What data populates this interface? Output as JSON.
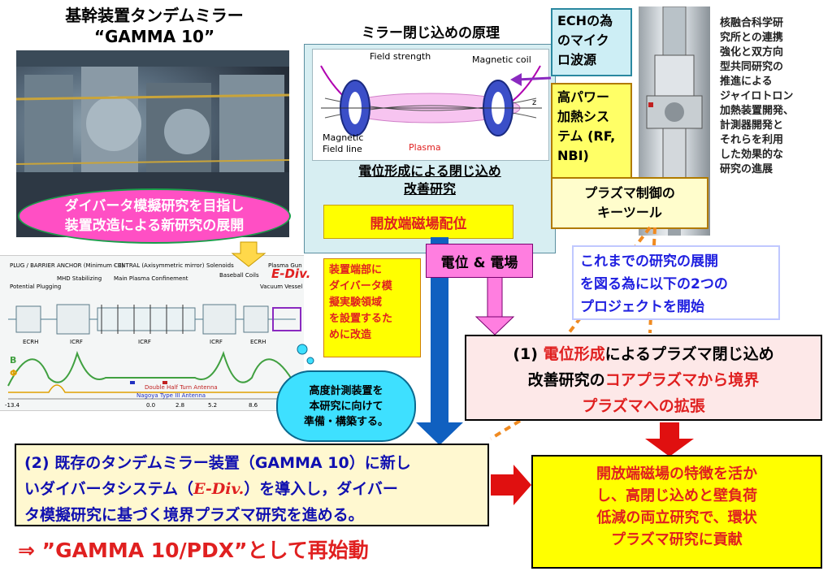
{
  "left_title": {
    "line1": "基幹装置タンデムミラー",
    "line2": "“GAMMA 10”"
  },
  "ellipse": {
    "line1": "ダイバータ模擬研究を目指し",
    "line2": "装置改造による新研究の展開"
  },
  "mirror": {
    "title": "ミラー閉じ込めの原理",
    "labels": {
      "field_strength": "Field strength",
      "magnetic_coil": "Magnetic coil",
      "magnetic": "Magnetic",
      "field_line": "Field line",
      "plasma": "Plasma",
      "z": "z"
    },
    "subtitle_line1": "電位形成による閉じ込め",
    "subtitle_line2": "改善研究",
    "mag_box": "開放端磁場配位"
  },
  "potential_box": "電位 & 電場",
  "ech_box": {
    "line1": "ECHの為",
    "line2": "のマイク",
    "line3": "ロ波源"
  },
  "rf_box": {
    "line1": "高パワー",
    "line2": "加熱シス",
    "line3": "テム (RF,",
    "line4": "NBI)"
  },
  "tool_box": {
    "line1": "プラズマ制御の",
    "line2": "キーツール"
  },
  "right_note": {
    "lines": [
      "核融合科学研",
      "究所との連携",
      "強化と双方向",
      "型共同研究の",
      "推進による",
      "ジャイロトロン",
      "加熱装置開発、",
      "計測器開発と",
      "それらを利用",
      "した効果的な",
      "研究の進展"
    ]
  },
  "blue_box": {
    "line1": "これまでの研究の展開",
    "line2": "を図る為に以下の2つの",
    "line3": "プロジェクトを開始"
  },
  "proj1": {
    "prefix": "(1) ",
    "red1": "電位形成",
    "mid1": "によるプラズマ閉じ込め",
    "line2_a": "改善研究の",
    "red2": "コアプラズマから境界",
    "red3": "プラズマへの拡張"
  },
  "proj2": {
    "line1": "(2) 既存のタンデムミラー装置（GAMMA 10）に新し",
    "line2_a": "いダイバータシステム（",
    "line2_b": "E-Div.",
    "line2_c": "）を導入し，ダイバー",
    "line3": "タ模擬研究に基づく境界プラズマ研究を進める。"
  },
  "result": {
    "lines": [
      "開放端磁場の特徴を活か",
      "し、高閉じ込めと壁負荷",
      "低減の両立研究で、環状",
      "プラズマ研究に貢献"
    ]
  },
  "restart": "⇒ ”GAMMA 10/PDX”として再始動",
  "schematic": {
    "e_div": "E-Div.",
    "labels": {
      "plug": "PLUG / BARRIER",
      "anchor": "ANCHOR (Minimum - B)",
      "central": "CENTRAL (Axisymmetric mirror)",
      "solenoids": "Solenoids",
      "baseball": "Baseball Coils",
      "plasma_gun": "Plasma Gun",
      "vacuum_vessel": "Vacuum Vessel",
      "potential_plugging": "Potential Plugging",
      "mhd": "MHD Stabilizing",
      "main_plasma": "Main Plasma Confinement",
      "ecrh_left": "ECRH",
      "icrf_left": "ICRF",
      "icrf_mid": "ICRF",
      "icrf_right": "ICRF",
      "ecrh_right": "ECRH",
      "b_label": "B",
      "phi_label": "Φ",
      "double_half": "Double Half Turn Antenna",
      "nagoya": "Nagoya Type III Antenna"
    },
    "ticks": [
      "-13.4",
      "0.0",
      "2.8",
      "5.2",
      "8.6"
    ]
  },
  "div_note": {
    "lines": [
      "装置端部に",
      "ダイバータ模",
      "擬実験領域",
      "を設置するた",
      "めに改造"
    ]
  },
  "cloud": {
    "line1": "高度計測装置を",
    "line2": "本研究に向けて",
    "line3": "準備・構築する。"
  },
  "colors": {
    "red": "#e02020",
    "blue": "#1010b0",
    "pink": "#ff4fc4",
    "yellow": "#ffff00",
    "arrow_blue": "#1060c0",
    "arrow_orange": "#f08a20"
  }
}
